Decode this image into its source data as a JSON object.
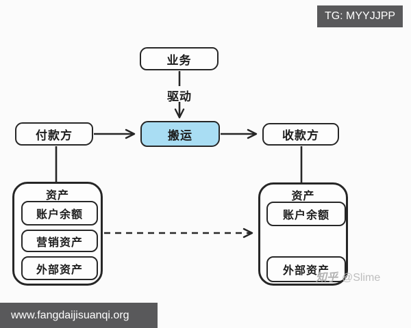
{
  "badges": {
    "tg": {
      "label": "TG: MYYJJPP",
      "bg": "#59595b",
      "text_color": "#ffffff"
    },
    "url": {
      "label": "www.fangdaijisuanqi.org",
      "bg": "#59595b",
      "text_color": "#ffffff"
    }
  },
  "watermark": {
    "brand": "知乎",
    "handle": "@Slime",
    "color": "#bdbdbd"
  },
  "diagram": {
    "stroke_color": "#262626",
    "nodes": {
      "business": {
        "label": "业务"
      },
      "payer": {
        "label": "付款方"
      },
      "carrier": {
        "label": "搬运",
        "fill": "#a9ddf3"
      },
      "payee": {
        "label": "收款方"
      },
      "payer_assets": {
        "title": "资产",
        "items": [
          "账户余额",
          "营销资产",
          "外部资产"
        ]
      },
      "payee_assets": {
        "title": "资产",
        "items": [
          "账户余额",
          "外部资产"
        ]
      }
    },
    "edges": {
      "drive_label": "驱动",
      "business_to_carrier": "业务 → 搬运",
      "payer_to_carrier": "付款方 → 搬运",
      "carrier_to_payee": "搬运 → 收款方",
      "payer_to_assets": "付款方 → 资产",
      "payee_to_assets": "收款方 → 资产",
      "assets_dashed": "付款方资产 ⇢ 收款方资产"
    }
  }
}
